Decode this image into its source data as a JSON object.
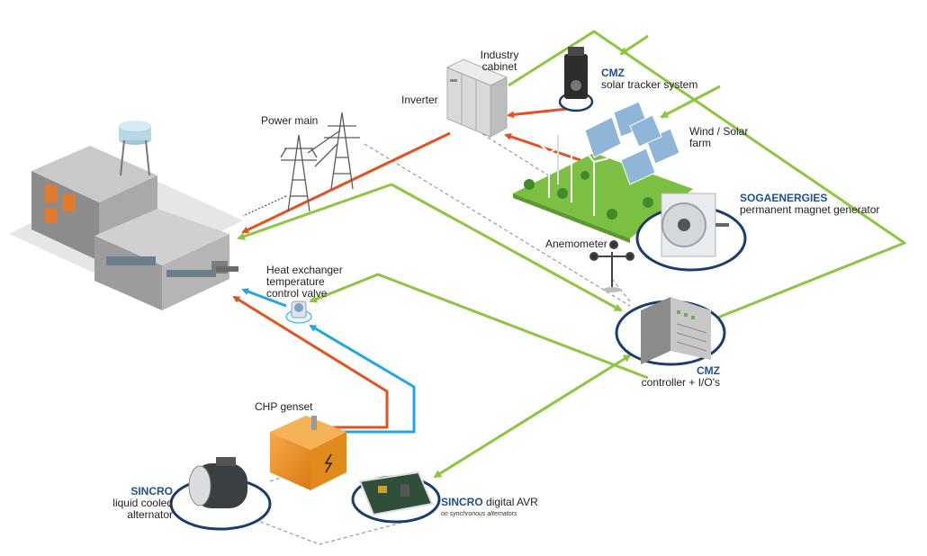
{
  "labels": {
    "industry_cabinet": [
      "Industry",
      "cabinet"
    ],
    "inverter": "Inverter",
    "power_main": "Power main",
    "cmz_tracker_brand": "CMZ",
    "cmz_tracker_desc": "solar tracker system",
    "wind_solar_farm": [
      "Wind / Solar",
      "farm"
    ],
    "sogaenergies_brand": "SOGAENERGIES",
    "sogaenergies_desc": "permanent magnet generator",
    "anemometer": "Anemometer",
    "heat_exchanger": [
      "Heat exchanger",
      "temperature",
      "control valve"
    ],
    "cmz_controller_brand": "CMZ",
    "cmz_controller_desc": "controller + I/O's",
    "chp_genset": "CHP genset",
    "sincro_alt_brand": "SINCRO",
    "sincro_alt_desc": [
      "liquid cooled",
      "alternator"
    ],
    "sincro_avr_brand": "SINCRO",
    "sincro_avr_desc": "digital AVR",
    "sincro_avr_note": "on synchronous alternators"
  },
  "colors": {
    "power_flow": "#e2531f",
    "control_link": "#8dc63f",
    "coolant": "#1ea7e1",
    "data_link": "#9a9a9a",
    "ring": "#1a3d6e",
    "brand": "#1f4f91"
  },
  "icons": [
    "factory",
    "power-pylon",
    "industry-cabinet",
    "solar-tracker",
    "solar-panel",
    "wind-turbine",
    "pm-generator",
    "anemometer",
    "heat-exchanger-valve",
    "plc-controller",
    "chp-genset",
    "alternator",
    "avr-board"
  ]
}
